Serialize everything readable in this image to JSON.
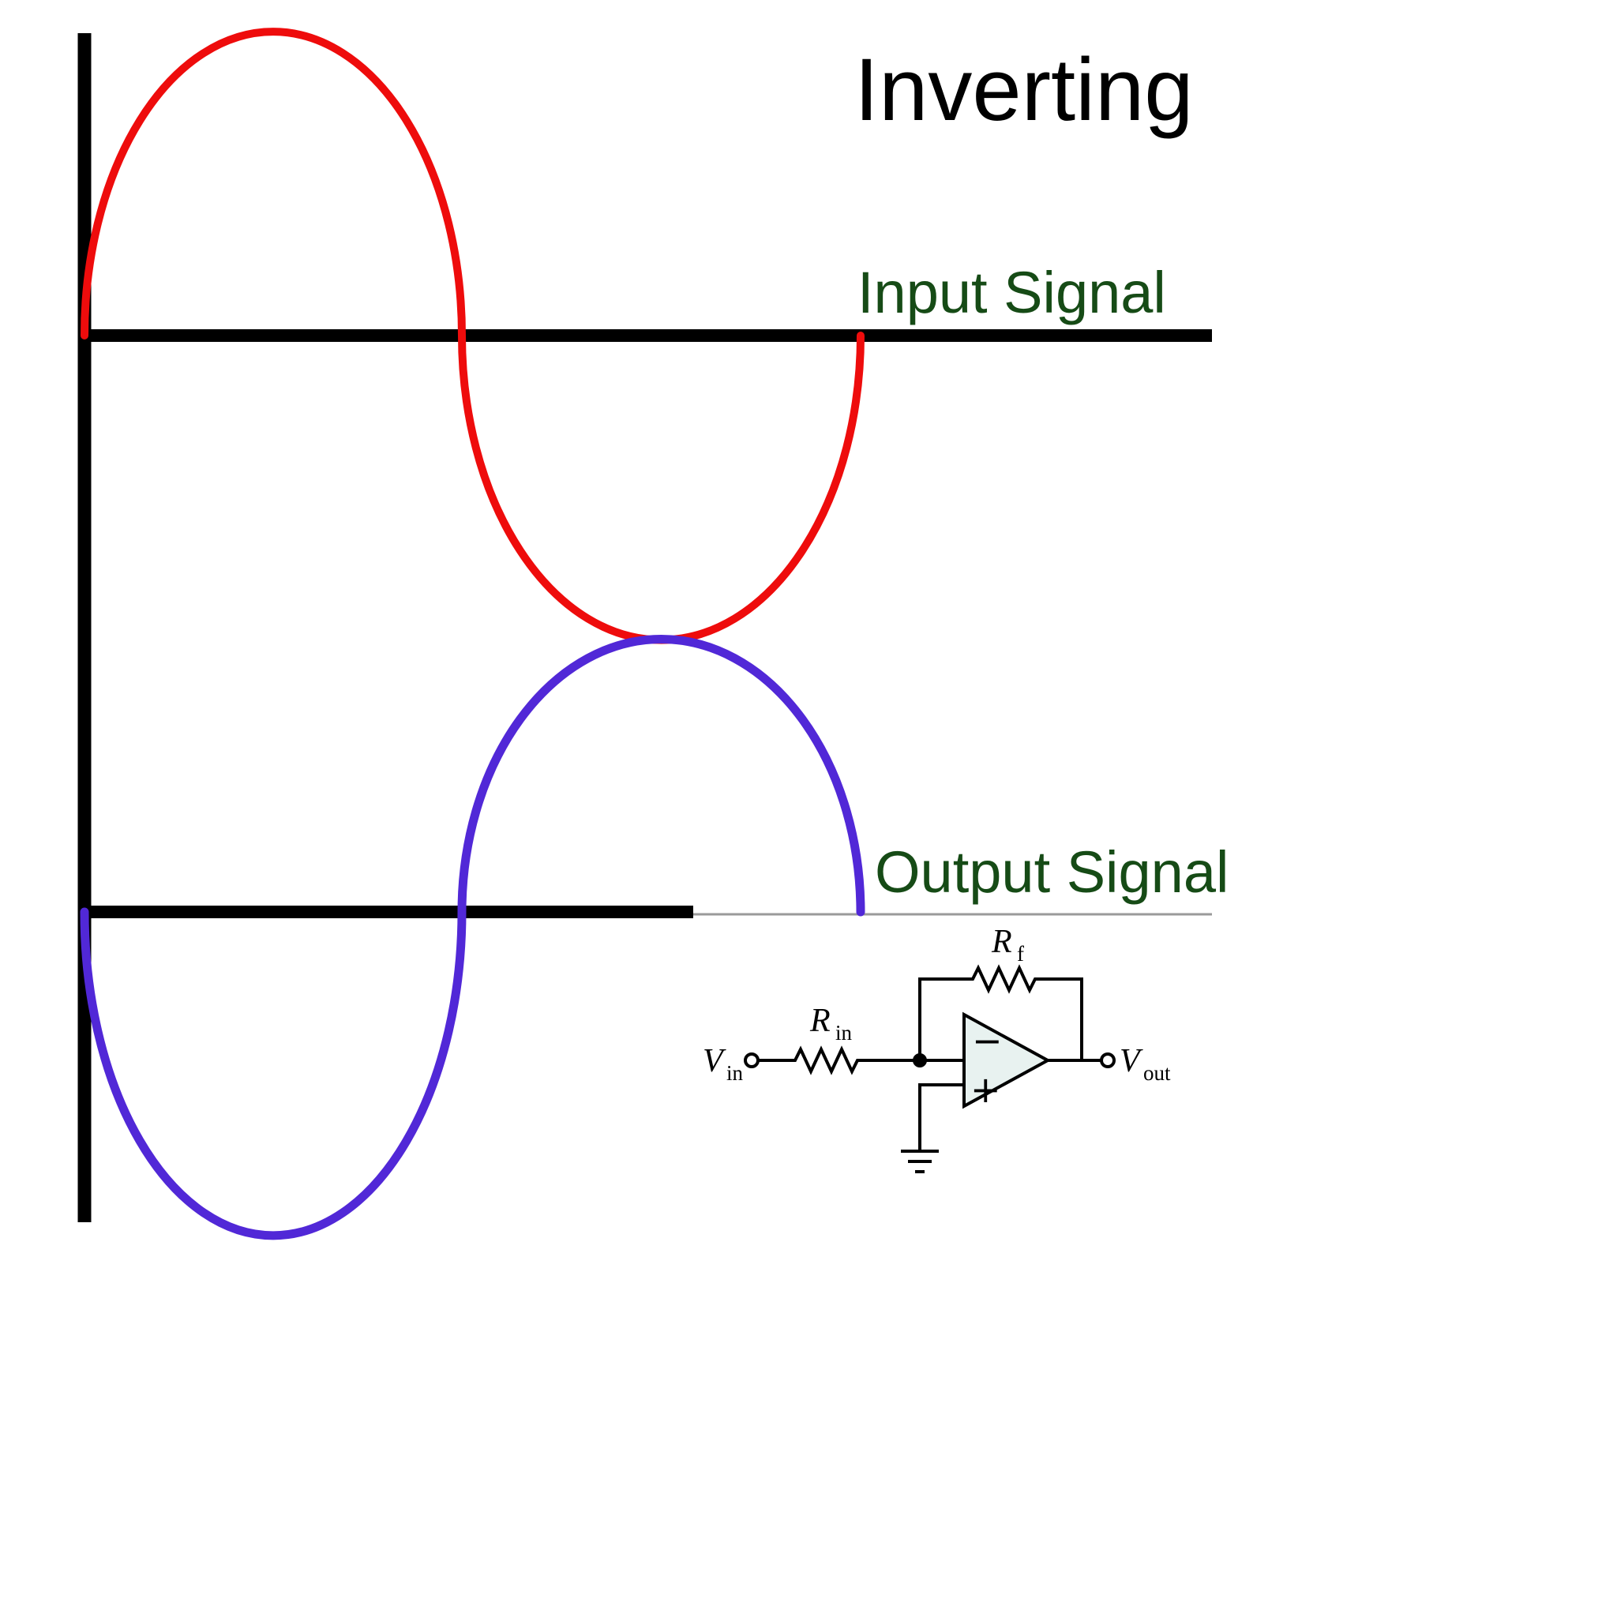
{
  "title": "Inverting",
  "waveforms": {
    "input_label": "Input Signal",
    "output_label": "Output Signal",
    "type": "sine",
    "input_phase_deg": 0,
    "output_phase_deg": 180,
    "relationship": "output is the input inverted (180 degrees out of phase)"
  },
  "circuit": {
    "feedback_resistor": {
      "base": "R",
      "sub": "f"
    },
    "input_resistor": {
      "base": "R",
      "sub": "in"
    },
    "input_voltage": {
      "base": "V",
      "sub": "in"
    },
    "output_voltage": {
      "base": "V",
      "sub": "out"
    },
    "opamp_inverting_input": "−",
    "opamp_noninverting_input": "+"
  },
  "colors": {
    "input_wave": "#ee0c0c",
    "output_wave": "#5128d7",
    "axis": "#000000",
    "label_green": "#164b16",
    "title": "#000000",
    "circuit_line": "#000000",
    "opamp_fill": "#e8f2f0",
    "baseline_extension": "#9a9a9a"
  }
}
